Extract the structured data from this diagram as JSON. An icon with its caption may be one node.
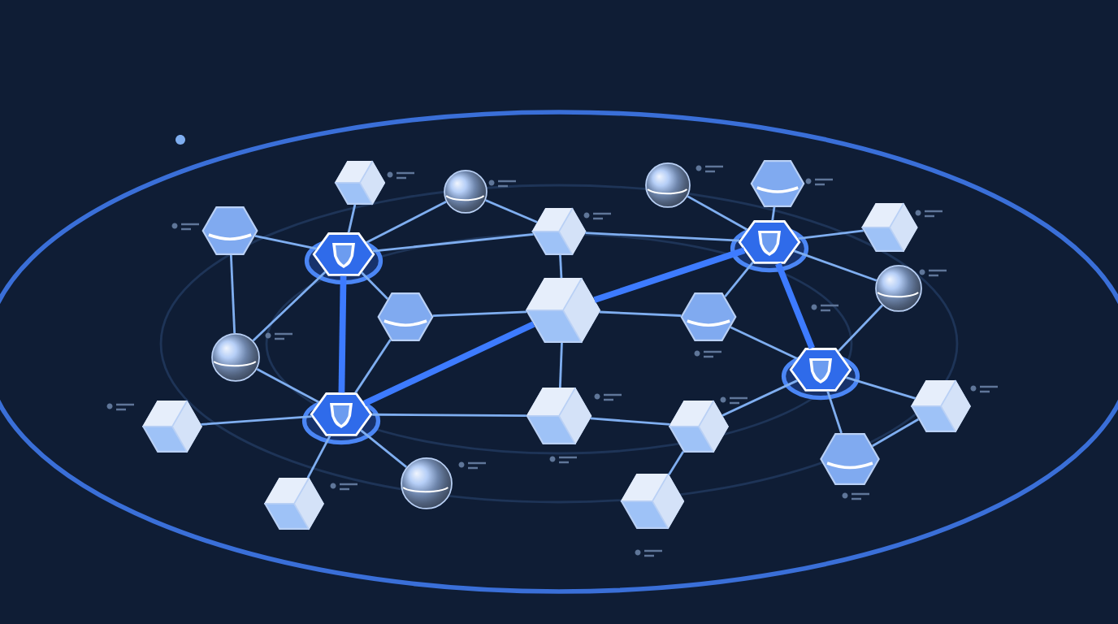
{
  "diagram": {
    "nodes": [
      {
        "text": [],
        "shape": "cube"
      },
      {
        "text": [],
        "shape": "sphere"
      },
      {
        "text": [],
        "shape": "sphere"
      },
      {
        "text": [],
        "shape": "hexagon"
      },
      {
        "text": [],
        "shape": "hexagon"
      },
      {
        "text": [],
        "shape": "cube"
      },
      {
        "text": [],
        "shape": "shield"
      },
      {
        "text": [],
        "shape": "shield"
      },
      {
        "text": [],
        "shape": "cube"
      },
      {
        "text": [],
        "shape": "cube"
      },
      {
        "text": [],
        "shape": "hexagon"
      },
      {
        "text": [],
        "shape": "hexagon"
      },
      {
        "text": [],
        "shape": "sphere"
      },
      {
        "text": [],
        "shape": "sphere"
      },
      {
        "text": [],
        "shape": "shield"
      },
      {
        "text": [],
        "shape": "shield"
      },
      {
        "text": [],
        "shape": "cube"
      },
      {
        "text": [],
        "shape": "cube"
      },
      {
        "text": [],
        "shape": "cube"
      },
      {
        "text": [],
        "shape": "cube"
      },
      {
        "text": [],
        "shape": "hexagon"
      },
      {
        "text": [],
        "shape": "sphere"
      },
      {
        "text": [],
        "shape": "cube"
      },
      {
        "text": [],
        "shape": "cube"
      }
    ],
    "edges": [
      {
        "from": 6,
        "to": 0,
        "arrow": "none"
      },
      {
        "from": 6,
        "to": 4,
        "arrow": "none"
      },
      {
        "from": 6,
        "to": 1,
        "arrow": "none"
      },
      {
        "from": 6,
        "to": 5,
        "arrow": "none"
      },
      {
        "from": 6,
        "to": 10,
        "arrow": "none"
      },
      {
        "from": 6,
        "to": 13,
        "arrow": "none"
      },
      {
        "from": 6,
        "to": 15,
        "arrow": "none",
        "style": "thick"
      },
      {
        "from": 1,
        "to": 5,
        "arrow": "none"
      },
      {
        "from": 5,
        "to": 9,
        "arrow": "none"
      },
      {
        "from": 5,
        "to": 7,
        "arrow": "none"
      },
      {
        "from": 2,
        "to": 7,
        "arrow": "none"
      },
      {
        "from": 3,
        "to": 7,
        "arrow": "none"
      },
      {
        "from": 7,
        "to": 8,
        "arrow": "none"
      },
      {
        "from": 7,
        "to": 12,
        "arrow": "none"
      },
      {
        "from": 7,
        "to": 11,
        "arrow": "none"
      },
      {
        "from": 15,
        "to": 9,
        "arrow": "none",
        "style": "thick"
      },
      {
        "from": 9,
        "to": 7,
        "arrow": "none",
        "style": "thick"
      },
      {
        "from": 7,
        "to": 14,
        "arrow": "none",
        "style": "thick"
      },
      {
        "from": 9,
        "to": 10,
        "arrow": "none"
      },
      {
        "from": 9,
        "to": 11,
        "arrow": "none"
      },
      {
        "from": 9,
        "to": 17,
        "arrow": "none"
      },
      {
        "from": 14,
        "to": 11,
        "arrow": "none"
      },
      {
        "from": 14,
        "to": 12,
        "arrow": "none"
      },
      {
        "from": 14,
        "to": 19,
        "arrow": "none"
      },
      {
        "from": 14,
        "to": 20,
        "arrow": "none"
      },
      {
        "from": 14,
        "to": 18,
        "arrow": "none"
      },
      {
        "from": 15,
        "to": 13,
        "arrow": "none"
      },
      {
        "from": 15,
        "to": 16,
        "arrow": "none"
      },
      {
        "from": 15,
        "to": 22,
        "arrow": "none"
      },
      {
        "from": 15,
        "to": 21,
        "arrow": "none"
      },
      {
        "from": 15,
        "to": 10,
        "arrow": "none"
      },
      {
        "from": 15,
        "to": 17,
        "arrow": "none"
      },
      {
        "from": 17,
        "to": 18,
        "arrow": "none"
      },
      {
        "from": 18,
        "to": 23,
        "arrow": "none"
      },
      {
        "from": 4,
        "to": 13,
        "arrow": "none"
      },
      {
        "from": 19,
        "to": 20,
        "arrow": "none"
      }
    ]
  }
}
